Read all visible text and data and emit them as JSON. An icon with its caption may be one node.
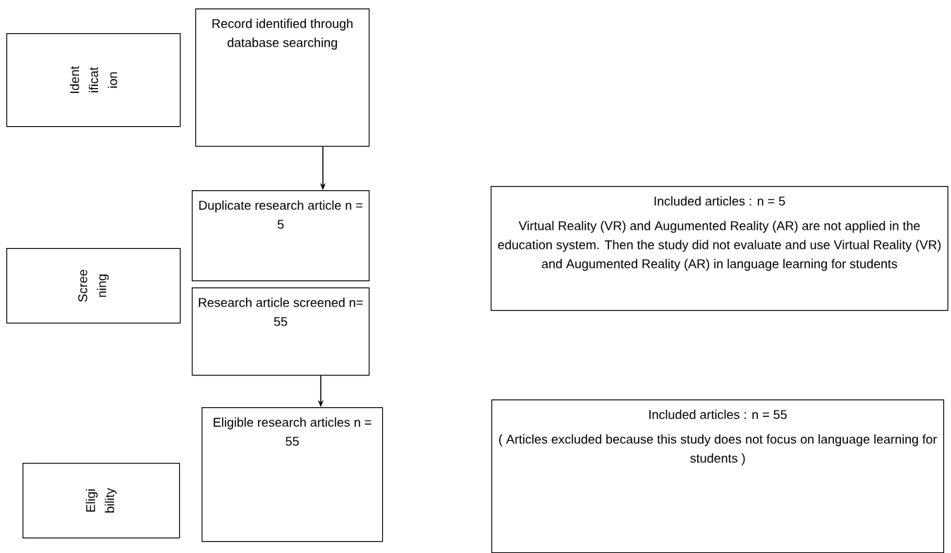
{
  "diagram": {
    "nodes": [
      {
        "text": [
          "Ident ificat ion"
        ]
      },
      {
        "text": [
          "Record identified through database searching"
        ]
      },
      {
        "text": [
          "Duplicate research article n = 5"
        ]
      },
      {
        "text": [
          "Included articles : n = 5",
          "Virtual Reality (VR) and Augumented Reality (AR) are not applied in the education system. Then the study did not evaluate and use Virtual Reality (VR) and Augumented Reality (AR) in language learning for students"
        ]
      },
      {
        "text": [
          "Scree ning"
        ]
      },
      {
        "text": [
          "Research article screened n= 55"
        ]
      },
      {
        "text": [
          "Eligi bility"
        ]
      },
      {
        "text": [
          "Eligible research articles n = 55"
        ]
      },
      {
        "text": [
          "Included articles : n = 55",
          "( Articles excluded because this study does not focus on language learning for students )"
        ]
      }
    ],
    "edges": [
      {
        "from": 1,
        "to": 2,
        "arrow": "to"
      },
      {
        "from": 5,
        "to": 7,
        "arrow": "to"
      }
    ]
  }
}
